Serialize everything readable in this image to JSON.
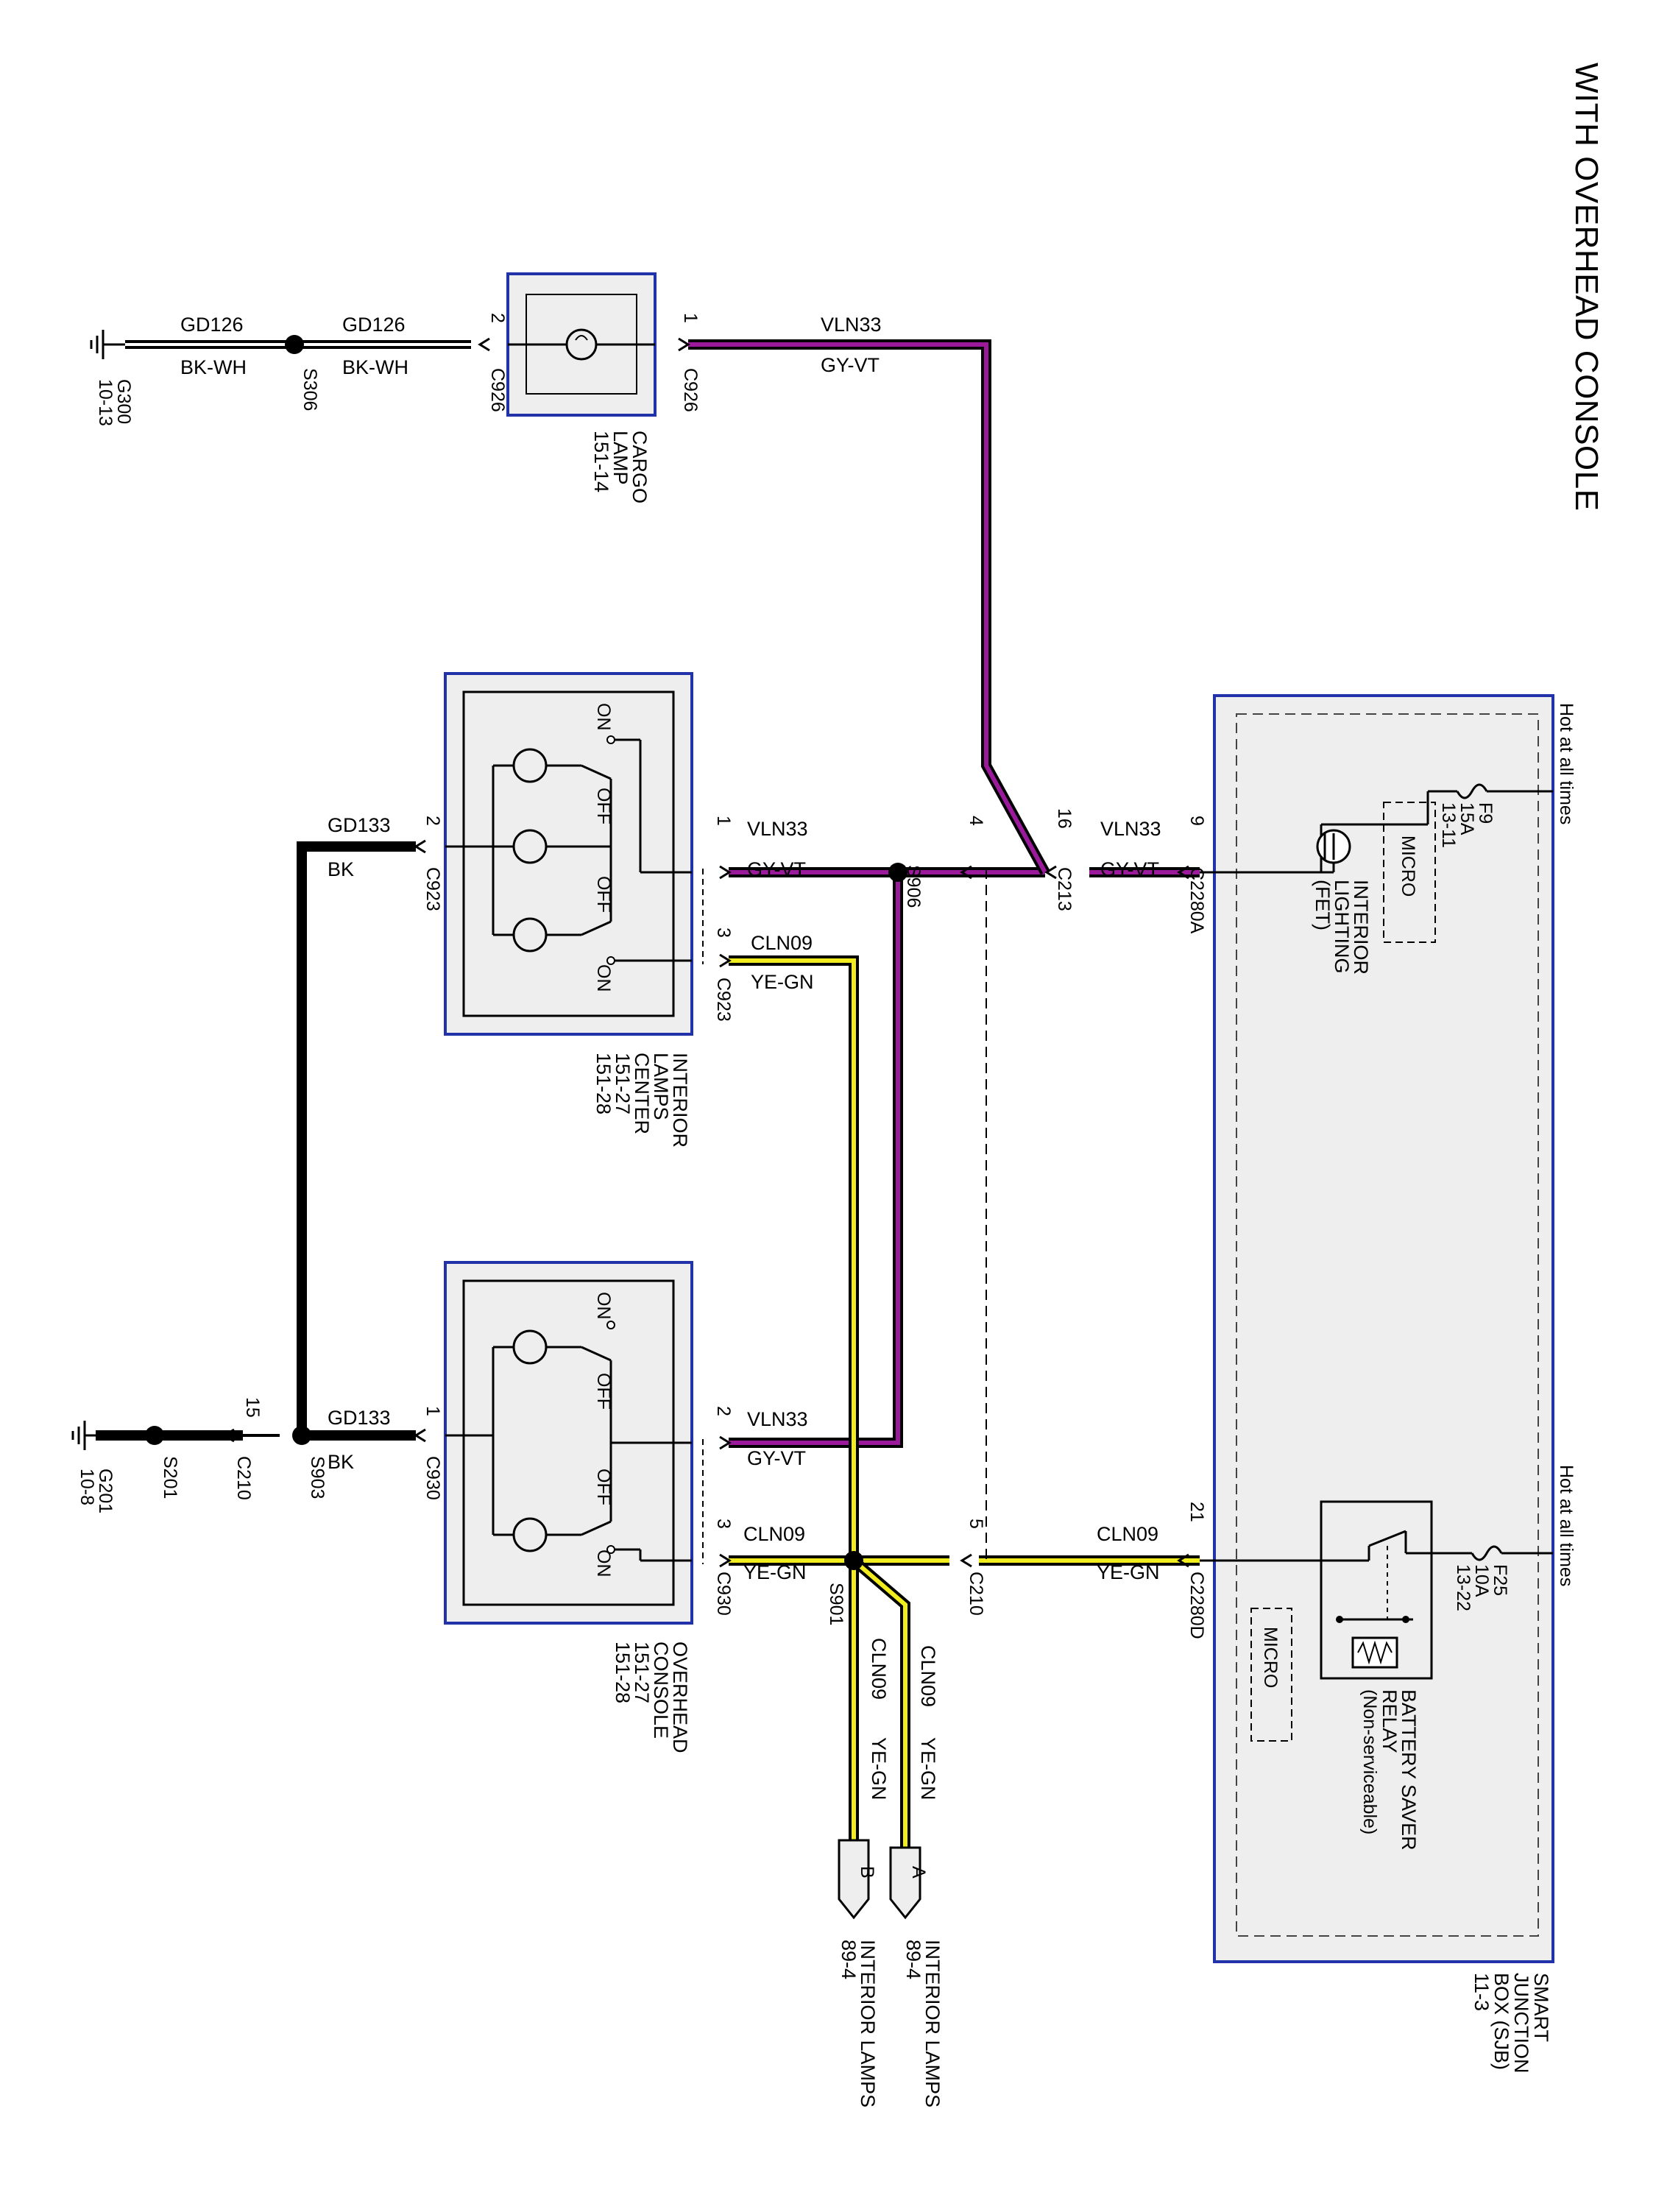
{
  "title": "WITH OVERHEAD CONSOLE",
  "colors": {
    "purple": "#9b1a9b",
    "yellow": "#f0ec1e",
    "frame": "#2233aa",
    "fill": "#eeeeee"
  },
  "components": {
    "sjb": {
      "l1": "SMART",
      "l2": "JUNCTION",
      "l3": "BOX (SJB)",
      "l4": "11-3"
    },
    "hot1": "Hot at all times",
    "hot2": "Hot at all times",
    "f9": {
      "l1": "F9",
      "l2": "15A",
      "l3": "13-11"
    },
    "f25": {
      "l1": "F25",
      "l2": "10A",
      "l3": "13-22"
    },
    "micro1": "MICRO",
    "micro2": "MICRO",
    "interior_lighting": {
      "l1": "INTERIOR",
      "l2": "LIGHTING",
      "l3": "(FET)"
    },
    "battery_saver": {
      "l1": "BATTERY SAVER",
      "l2": "RELAY",
      "l3": "(Non-serviceable)"
    },
    "cargo_lamp": {
      "l1": "CARGO",
      "l2": "LAMP",
      "l3": "151-14"
    },
    "interior_center": {
      "l1": "INTERIOR",
      "l2": "LAMPS",
      "l3": "CENTER",
      "l4": "151-27",
      "l5": "151-28"
    },
    "overhead_console": {
      "l1": "OVERHEAD",
      "l2": "CONSOLE",
      "l3": "151-27",
      "l4": "151-28"
    },
    "conn_a": {
      "letter": "A",
      "l1": "INTERIOR LAMPS",
      "l2": "89-4"
    },
    "conn_b": {
      "letter": "B",
      "l1": "INTERIOR LAMPS",
      "l2": "89-4"
    },
    "g300": {
      "l1": "G300",
      "l2": "10-13"
    },
    "g201": {
      "l1": "G201",
      "l2": "10-8"
    }
  },
  "switch_labels": {
    "on": "ON",
    "off": "OFF"
  },
  "wires": {
    "gd126_a": "GD126",
    "bkwh_a": "BK-WH",
    "gd126_b": "GD126",
    "bkwh_b": "BK-WH",
    "vln33_top": "VLN33",
    "gyvt_top": "GY-VT",
    "vln33_sjb": "VLN33",
    "gyvt_sjb": "GY-VT",
    "vln33_c923": "VLN33",
    "gyvt_c923": "GY-VT",
    "vln33_c930": "VLN33",
    "gyvt_c930": "GY-VT",
    "cln09_sjb": "CLN09",
    "yegn_sjb": "YE-GN",
    "cln09_c923": "CLN09",
    "yegn_c923": "YE-GN",
    "cln09_c930": "CLN09",
    "yegn_c930": "YE-GN",
    "cln09_a": "CLN09",
    "yegn_a": "YE-GN",
    "cln09_b": "CLN09",
    "yegn_b": "YE-GN",
    "gd133_top": "GD133",
    "bk_top": "BK",
    "gd133_bot": "GD133",
    "bk_bot": "BK"
  },
  "connectors": {
    "c926a": "C926",
    "c926b": "C926",
    "c2280a": "C2280A",
    "c2280d": "C2280D",
    "c213": "C213",
    "c210": "C210",
    "c210b": "C210",
    "c923a": "C923",
    "c923b": "C923",
    "c930a": "C930",
    "c930b": "C930",
    "s306": "S306",
    "s906": "S906",
    "s901": "S901",
    "s903": "S903",
    "s201": "S201"
  },
  "pins": {
    "c926_1": "1",
    "c926_2": "2",
    "c2280a_9": "9",
    "c213_16": "16",
    "c213_4": "4",
    "c923_1": "1",
    "c923_3": "3",
    "c923_2": "2",
    "c2280d_21": "21",
    "c210_5": "5",
    "c930_2": "2",
    "c930_3": "3",
    "c930_1": "1",
    "c210_15": "15"
  }
}
